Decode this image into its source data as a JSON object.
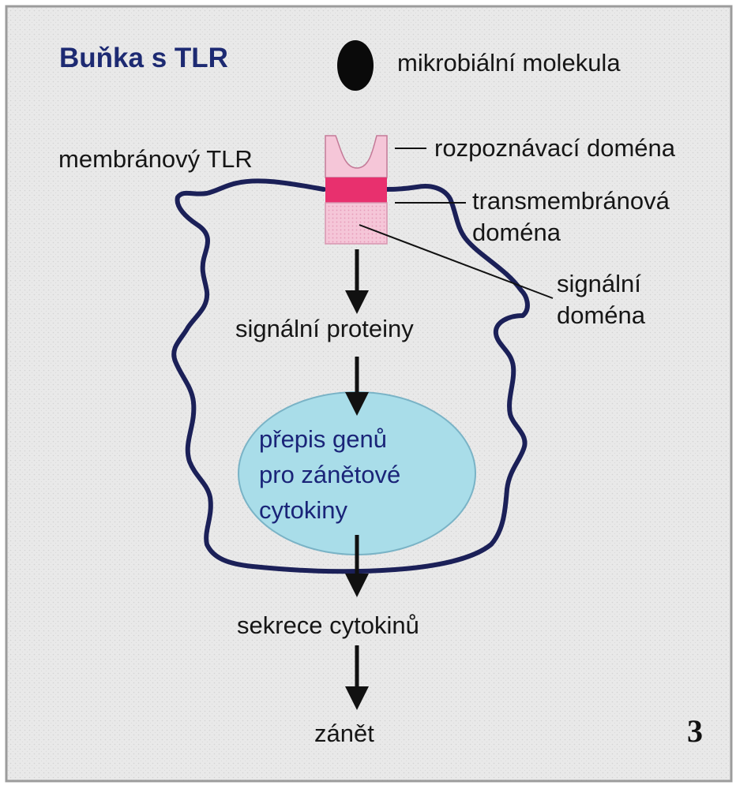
{
  "title": "Buňka s TLR",
  "figure_number": "3",
  "labels": {
    "microbial_molecule": "mikrobiální molekula",
    "membrane_tlr": "membránový TLR",
    "recognition_domain": "rozpoznávací doména",
    "transmembrane_domain_line1": "transmembránová",
    "transmembrane_domain_line2": "doména",
    "signal_domain_line1": "signální",
    "signal_domain_line2": "doména",
    "signal_proteins": "signální proteiny",
    "nucleus_line1": "přepis genů",
    "nucleus_line2": "pro zánětové",
    "nucleus_line3": "cytokiny",
    "cytokine_secretion": "sekrece cytokinů",
    "inflammation": "zánět"
  },
  "colors": {
    "background": "#e9e9e9",
    "frame": "#9c9c9c",
    "title": "#1d2a72",
    "cell_membrane": "#1b2058",
    "receptor_light": "#f5c6d8",
    "receptor_band": "#e8306e",
    "nucleus_fill": "#a9dde9",
    "nucleus_text": "#1a2478",
    "molecule": "#0a0a0a",
    "arrow": "#111111"
  }
}
